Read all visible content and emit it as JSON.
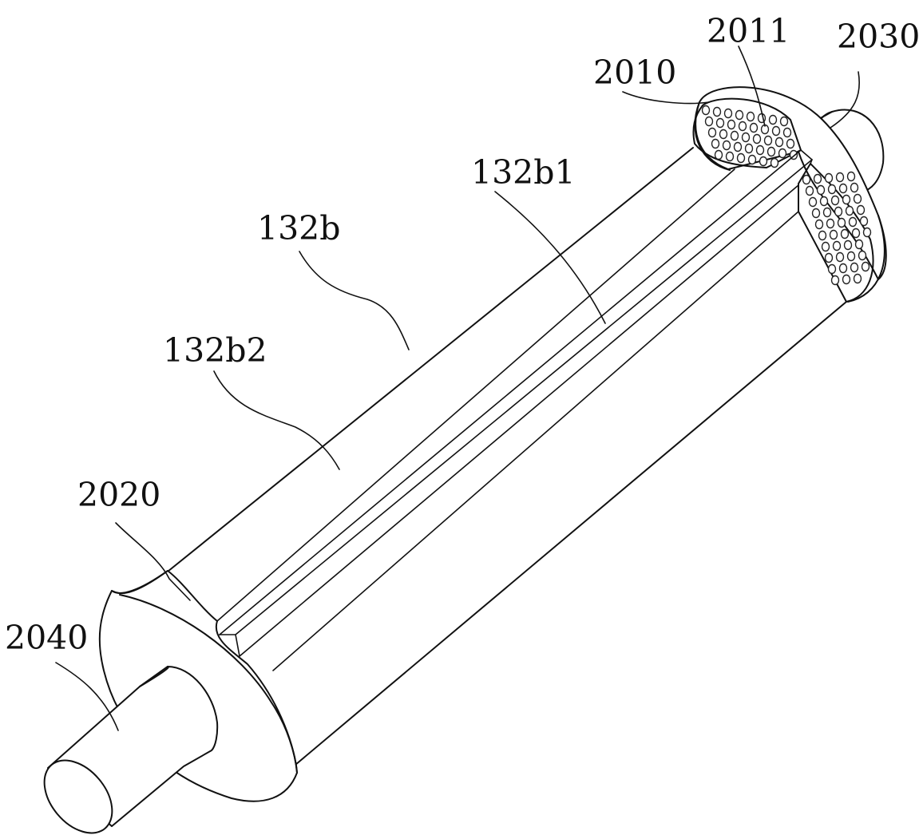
{
  "labels": {
    "l2011": "2011",
    "l2030": "2030",
    "l2010": "2010",
    "l132b1": "132b1",
    "l132b": "132b",
    "l132b2": "132b2",
    "l2020": "2020",
    "l2040": "2040"
  }
}
